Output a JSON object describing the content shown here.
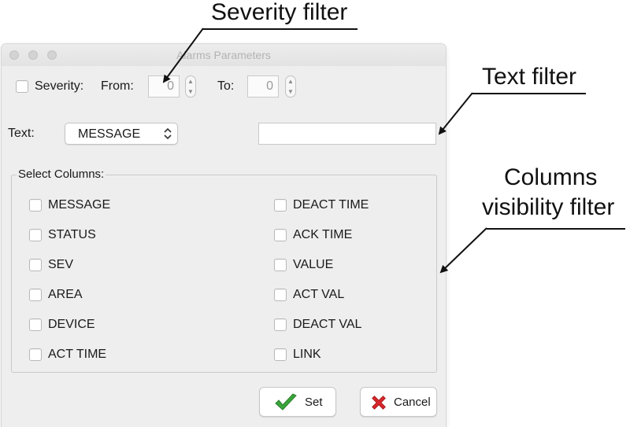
{
  "window": {
    "title": "Alarms Parameters",
    "traffic_lights": [
      "close-button",
      "minimize-button",
      "zoom-button"
    ]
  },
  "severity": {
    "checkbox_label": "Severity:",
    "checked": false,
    "from_label": "From:",
    "from_value": "0",
    "to_label": "To:",
    "to_value": "0"
  },
  "text_filter": {
    "label": "Text:",
    "selected_option": "MESSAGE",
    "input_value": ""
  },
  "columns": {
    "title": "Select Columns:",
    "left": [
      {
        "label": "MESSAGE",
        "checked": false
      },
      {
        "label": "STATUS",
        "checked": false
      },
      {
        "label": "SEV",
        "checked": false
      },
      {
        "label": "AREA",
        "checked": false
      },
      {
        "label": "DEVICE",
        "checked": false
      },
      {
        "label": "ACT TIME",
        "checked": false
      }
    ],
    "right": [
      {
        "label": "DEACT TIME",
        "checked": false
      },
      {
        "label": "ACK TIME",
        "checked": false
      },
      {
        "label": "VALUE",
        "checked": false
      },
      {
        "label": "ACT VAL",
        "checked": false
      },
      {
        "label": "DEACT VAL",
        "checked": false
      },
      {
        "label": "LINK",
        "checked": false
      }
    ]
  },
  "buttons": {
    "set_label": "Set",
    "set_icon": "checkmark-icon",
    "cancel_label": "Cancel",
    "cancel_icon": "red-x-icon"
  },
  "annotations": {
    "severity": "Severity filter",
    "text": "Text filter",
    "columns_line1": "Columns",
    "columns_line2": "visibility filter"
  },
  "colors": {
    "check_green": "#3aa63a",
    "cancel_red": "#d9262a",
    "window_bg": "#eeeeee"
  }
}
